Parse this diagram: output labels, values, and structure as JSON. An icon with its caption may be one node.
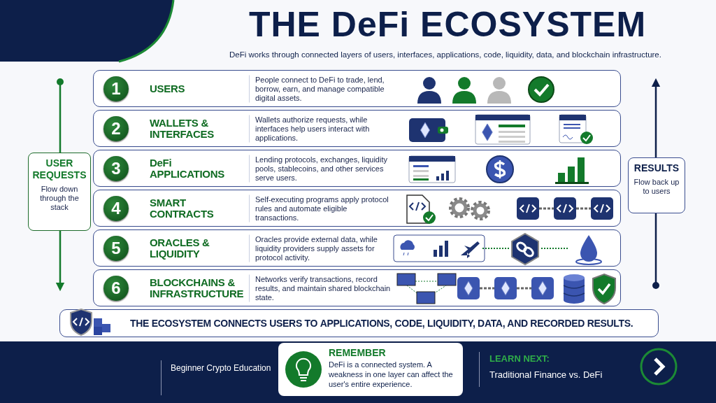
{
  "diagram": {
    "title": "THE **DeFi** ECOSYSTEM",
    "nodes": [
      {
        "text": [
          "1",
          "USERS",
          "People connect to DeFi to trade, lend, borrow, earn, and manage compatible digital assets."
        ]
      },
      {
        "text": [
          "2",
          "WALLETS & INTERFACES",
          "Wallets authorize requests, while interfaces help users interact with applications."
        ]
      },
      {
        "text": [
          "3",
          "DeFi APPLICATIONS",
          "Lending protocols, exchanges, liquidity pools, stablecoins, and other services serve users."
        ]
      },
      {
        "text": [
          "4",
          "SMART CONTRACTS",
          "Self-executing programs apply protocol rules and automate eligible transactions."
        ]
      },
      {
        "text": [
          "5",
          "ORACLES & LIQUIDITY",
          "Oracles provide external data, while liquidity providers supply assets for protocol activity."
        ]
      },
      {
        "text": [
          "6",
          "BLOCKCHAINS & INFRASTRUCTURE",
          "Networks verify transactions, record results, and maintain shared blockchain state."
        ]
      },
      {
        "text": [
          "USER REQUESTS",
          "Flow down through the stack"
        ]
      },
      {
        "text": [
          "RESULTS",
          "Flow back up to users"
        ]
      },
      {
        "text": [
          "THE ECOSYSTEM CONNECTS USERS TO **APPLICATIONS, CODE, LIQUIDITY, DATA, AND RECORDED RESULTS.**"
        ]
      },
      {
        "text": [
          "REMEMBER",
          "DeFi is a connected system. A weakness in one layer can affect the user's entire experience."
        ]
      }
    ],
    "labels": [
      "DeFi works through connected layers of users, interfaces, applications, code, liquidity, data, and blockchain infrastructure.",
      "Beginner Crypto Education",
      "LEARN NEXT:",
      "Traditional Finance vs. DeFi"
    ]
  }
}
